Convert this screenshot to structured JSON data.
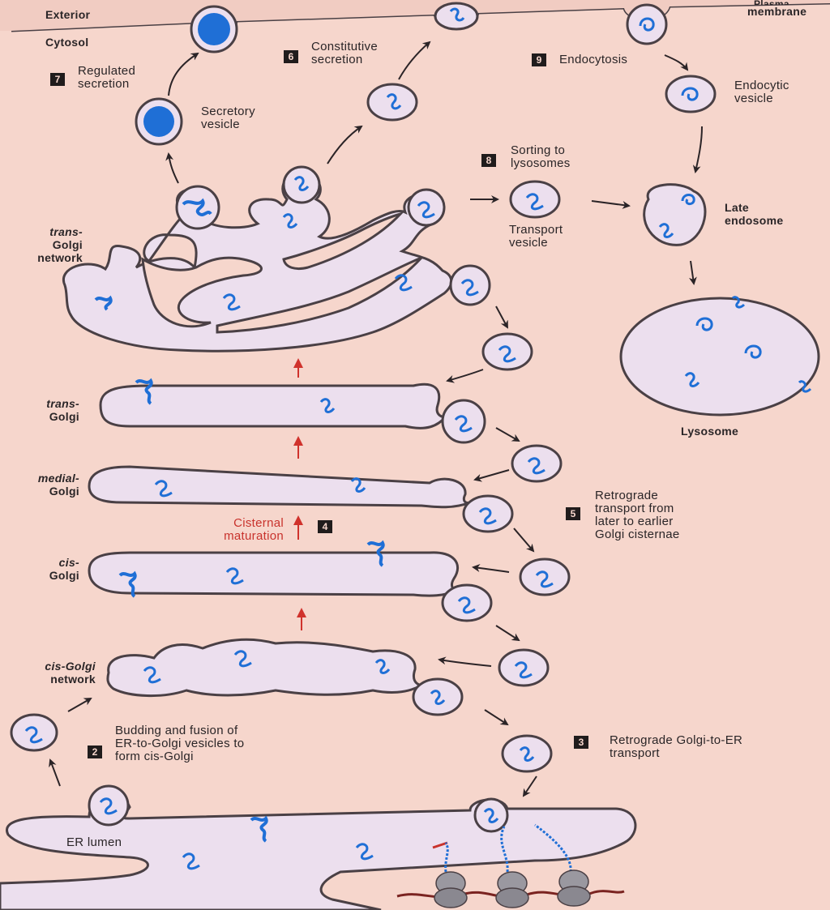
{
  "labels": {
    "exterior": "Exterior",
    "cytosol": "Cytosol",
    "plasma_membrane_top": "Plasma",
    "plasma_membrane": "membrane",
    "regulated_secretion": [
      "Regulated",
      "secretion"
    ],
    "secretory_vesicle": [
      "Secretory",
      "vesicle"
    ],
    "constitutive_secretion": [
      "Constitutive",
      "secretion"
    ],
    "endocytosis": "Endocytosis",
    "endocytic_vesicle": [
      "Endocytic",
      "vesicle"
    ],
    "sorting_to_lysosomes": [
      "Sorting to",
      "lysosomes"
    ],
    "transport_vesicle": [
      "Transport",
      "vesicle"
    ],
    "late_endosome": [
      "Late",
      "endosome"
    ],
    "trans_golgi_network": [
      "trans-",
      "Golgi",
      "network"
    ],
    "lysosome": "Lysosome",
    "trans_golgi": [
      "trans-",
      "Golgi"
    ],
    "medial_golgi": [
      "medial-",
      "Golgi"
    ],
    "cisternal_maturation": [
      "Cisternal",
      "maturation"
    ],
    "retrograde_transport_golgi": [
      "Retrograde",
      "transport from",
      "later to earlier",
      "Golgi cisternae"
    ],
    "cis_golgi": [
      "cis-",
      "Golgi"
    ],
    "cis_golgi_network": [
      "cis-Golgi",
      "network"
    ],
    "budding_fusion": [
      "Budding and fusion of",
      "ER-to-Golgi vesicles to",
      "form cis-Golgi"
    ],
    "retrograde_golgi_to_er": [
      "Retrograde Golgi-to-ER",
      "transport"
    ],
    "er_lumen": "ER lumen"
  },
  "steps": {
    "s2": "2",
    "s3": "3",
    "s4": "4",
    "s5": "5",
    "s6": "6",
    "s7": "7",
    "s8": "8",
    "s9": "9"
  },
  "colors": {
    "background": "#f6d6cc",
    "membrane_fill": "#ecdfee",
    "outline": "#4a4045",
    "protein": "#1f6fd6",
    "arrow": "#2b2427",
    "red_arrow": "#d0322c"
  }
}
